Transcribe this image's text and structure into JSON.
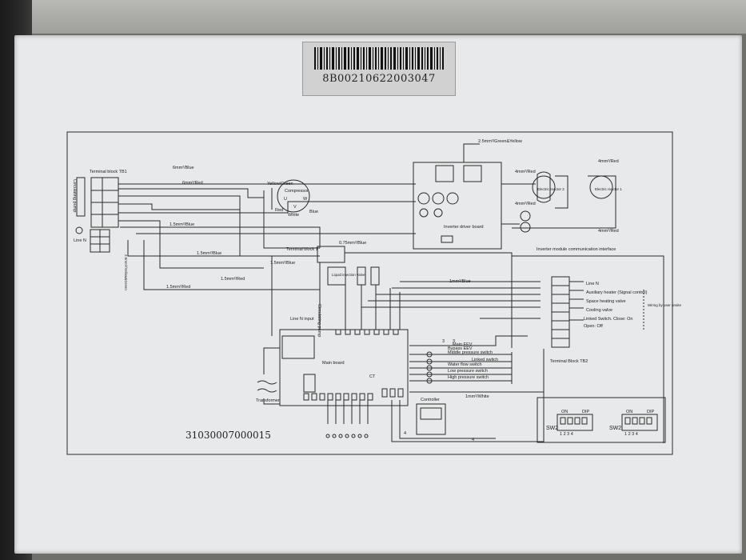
{
  "label": {
    "barcode_number": "8B00210622003047"
  },
  "diagram": {
    "part_number": "31030007000015",
    "terminal_block_tb1": "Terminal block TB1",
    "terminal_block_1": "Terminal block 1",
    "terminal_block_tb2": "Terminal Block TB2",
    "compressor": "Compressor",
    "compressor_u": "U",
    "compressor_v": "V",
    "compressor_w": "W",
    "yellow_green": "Yellow/Green",
    "red": "Red",
    "white": "White",
    "blue": "Blue",
    "inverter_driver_board": "Inverter driver board",
    "inverter_comm_interface": "Inverter module communication interface",
    "electric_reactor_2": "Electric reactor 2",
    "electric_reactor_1": "Electric reactor 1",
    "main_board": "Main board",
    "controller": "Controller",
    "transformer": "Transformer",
    "circulating_pump": "Circulating pump",
    "line_n": "Line N",
    "line_n_input": "Line N input",
    "liquid_injection_valve": "Liquid injection valve",
    "wire_gy": "2.5mm²/Green&Yellow",
    "wire_6_blue": "6mm²/Blue",
    "wire_6_red": "6mm²/Red",
    "wire_15_blue_a": "1.5mm²/Blue",
    "wire_15_blue_b": "1.5mm²/Blue",
    "wire_15_blue_c": "1.5mm²/Blue",
    "wire_15_red_a": "1.5mm²/Red",
    "wire_15_red_b": "1.5mm²/Red",
    "wire_075_blue": "0.75mm²/Blue",
    "wire_1_blue": "1mm²/Blue",
    "wire_1_white": "1mm²/White",
    "wire_25_yg_vert": "2.5mm²/Yellow&Green",
    "wire_4_red_a": "4mm²/Red",
    "wire_4_red_b": "4mm²/Red",
    "wire_4_red_c": "4mm²/Red",
    "wire_4_red_d": "4mm²/Red",
    "tb2_line_n": "Line N",
    "aux_heater": "Auxiliary heater (Signal control)",
    "space_heating_valve": "Space heating valve",
    "cooling_valve": "Cooling valve",
    "linked_switch": "Linked Switch. Close: On",
    "open_off": "Open: Off",
    "wiring_note": "Wiring by user onsite",
    "main_eev": "Main EEV",
    "bypass_eev": "Bypass EEV",
    "middle_pressure_switch": "Middle pressure switch",
    "linked_switch_input": "Linked switch",
    "water_flow_switch": "Water flow switch",
    "low_pressure_switch": "Low pressure switch",
    "high_pressure_switch": "High pressure switch",
    "sw2_a": "SW2",
    "sw2_b": "SW2",
    "dip_on_a": "ON",
    "dip_on_b": "ON",
    "dip_dip_a": "DIP",
    "dip_dip_b": "DIP",
    "dip_nums_a": "1 2 3 4",
    "dip_nums_b": "1 2 3 4",
    "ct": "CT",
    "num_3a": "3",
    "num_3b": "3",
    "num_4": "4",
    "num_4b": "4"
  }
}
